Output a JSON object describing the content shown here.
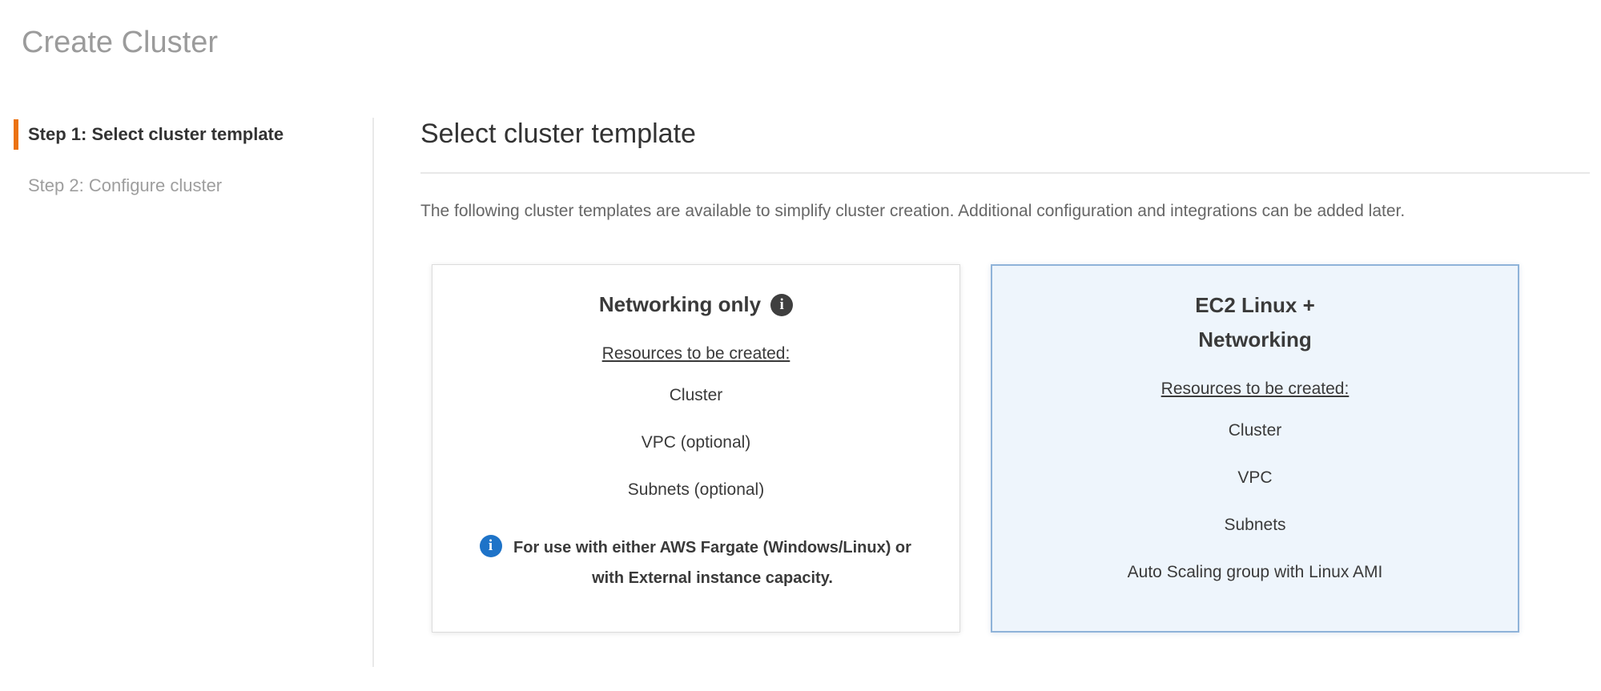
{
  "page": {
    "title": "Create Cluster"
  },
  "steps": [
    {
      "label": "Step 1: Select cluster template",
      "active": true
    },
    {
      "label": "Step 2: Configure cluster",
      "active": false
    }
  ],
  "main": {
    "heading": "Select cluster template",
    "description": "The following cluster templates are available to simplify cluster creation. Additional configuration and integrations can be added later.",
    "cards": [
      {
        "title": "Networking only",
        "resources_heading": "Resources to be created:",
        "resources": [
          "Cluster",
          "VPC (optional)",
          "Subnets (optional)"
        ],
        "note": "For use with either AWS Fargate (Windows/Linux) or with External instance capacity.",
        "selected": false
      },
      {
        "title": "EC2 Linux +\nNetworking",
        "resources_heading": "Resources to be created:",
        "resources": [
          "Cluster",
          "VPC",
          "Subnets",
          "Auto Scaling group with Linux AMI"
        ],
        "selected": true
      }
    ]
  },
  "icons": {
    "info_glyph": "i"
  },
  "colors": {
    "accent_orange": "#ec7211",
    "selected_border": "#8fb3d9",
    "selected_bg": "#eef5fc",
    "info_blue": "#1e73c8",
    "info_dark": "#3f3f3f"
  }
}
